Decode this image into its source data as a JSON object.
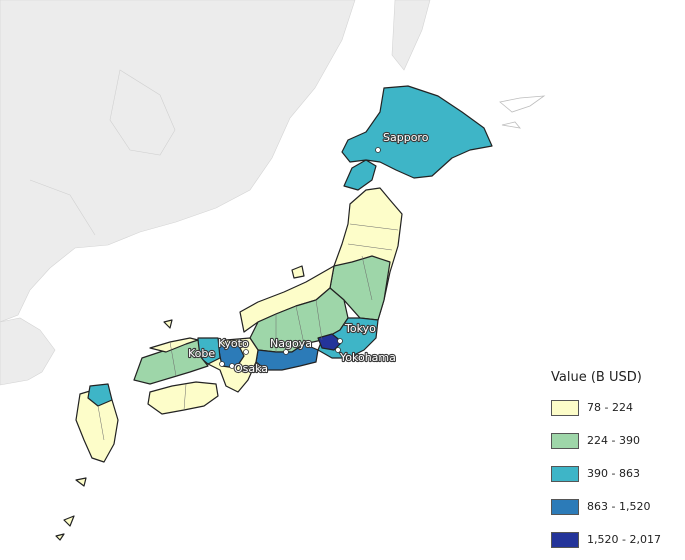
{
  "legend": {
    "title": "Value (B USD)",
    "items": [
      {
        "label": "78 - 224",
        "color": "#fdfdc9"
      },
      {
        "label": "224 - 390",
        "color": "#9ed6a9"
      },
      {
        "label": "390 - 863",
        "color": "#3eb5c7"
      },
      {
        "label": "863 - 1,520",
        "color": "#2c7bb8"
      },
      {
        "label": "1,520 - 2,017",
        "color": "#24349a"
      }
    ]
  },
  "cities": [
    "Sapporo",
    "Tokyo",
    "Yokohama",
    "Nagoya",
    "Kyoto",
    "Kobe",
    "Osaka"
  ],
  "colors": {
    "background_land": "#ececec",
    "ocean": "#ffffff",
    "border": "#222222"
  }
}
